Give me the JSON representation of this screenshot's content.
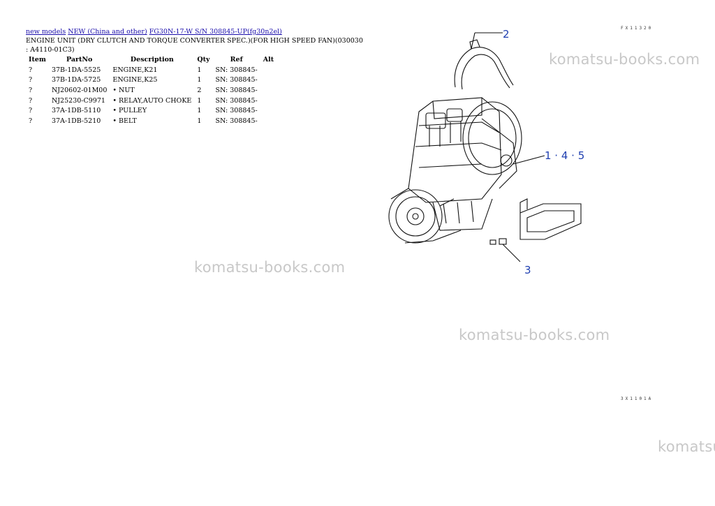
{
  "breadcrumb": {
    "links": [
      "new models",
      "NEW (China and other)",
      "FG30N-17-W S/N 308845-UP(fg30n2el)"
    ]
  },
  "heading": {
    "line1": "ENGINE UNIT (DRY CLUTCH AND TORQUE CONVERTER SPEC.)(FOR HIGH SPEED FAN)(030030",
    "line2": ": A4110-01C3)"
  },
  "table": {
    "headers": [
      "Item",
      "PartNo",
      "Description",
      "Qty",
      "Ref",
      "Alt"
    ],
    "rows": [
      {
        "item": "?",
        "part": "37B-1DA-5525",
        "desc": "ENGINE,K21",
        "qty": "1",
        "ref": "SN: 308845-",
        "alt": ""
      },
      {
        "item": "?",
        "part": "37B-1DA-5725",
        "desc": "ENGINE,K25",
        "qty": "1",
        "ref": "SN: 308845-",
        "alt": ""
      },
      {
        "item": "?",
        "part": "NJ20602-01M00",
        "desc": "• NUT",
        "qty": "2",
        "ref": "SN: 308845-",
        "alt": ""
      },
      {
        "item": "?",
        "part": "NJ25230-C9971",
        "desc": "• RELAY,AUTO CHOKE",
        "qty": "1",
        "ref": "SN: 308845-",
        "alt": ""
      },
      {
        "item": "?",
        "part": "37A-1DB-5110",
        "desc": "• PULLEY",
        "qty": "1",
        "ref": "SN: 308845-",
        "alt": ""
      },
      {
        "item": "?",
        "part": "37A-1DB-5210",
        "desc": "• BELT",
        "qty": "1",
        "ref": "SN: 308845-",
        "alt": ""
      }
    ]
  },
  "diagram": {
    "code_top": "FX11320",
    "code_bottom": "3X1101A",
    "callouts": {
      "c2": "2",
      "c145": "1 · 4 · 5",
      "c3": "3"
    }
  },
  "watermark": {
    "text": "komatsu-books.com",
    "text_cut": "komatsu"
  },
  "colors": {
    "link": "#1a0dab",
    "callout": "#1f3fb0",
    "watermark": "#c8c8c8"
  }
}
